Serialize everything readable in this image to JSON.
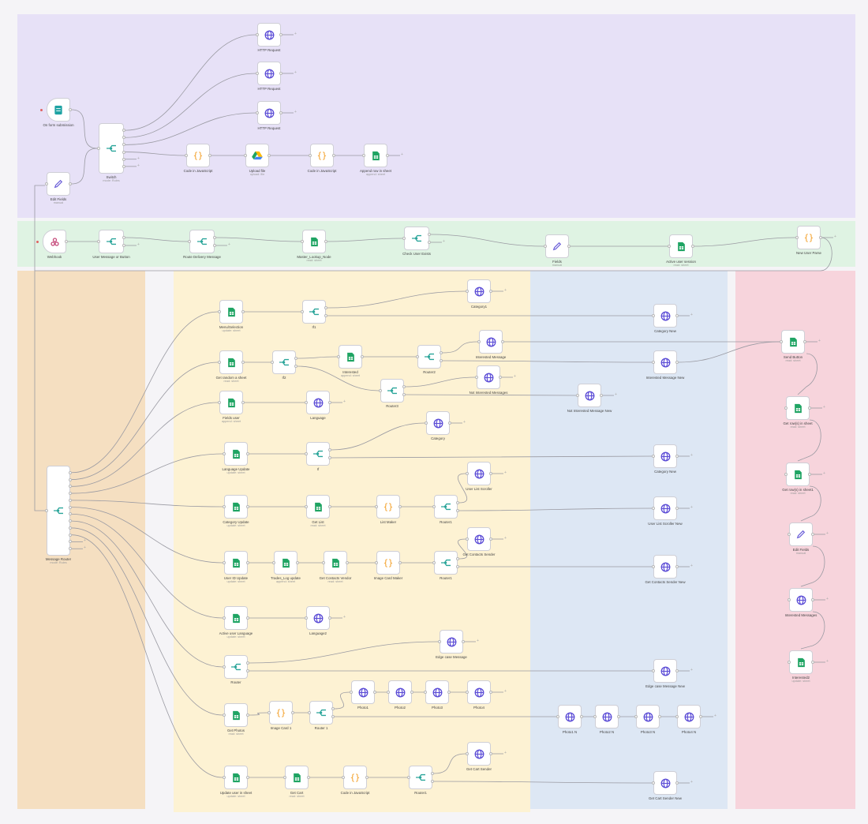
{
  "colors": {
    "zone_purple": "#e7e1f7",
    "zone_green": "#dff3e3",
    "zone_orange": "#f5dfc1",
    "zone_yellow": "#fdf2d3",
    "zone_blue": "#dde7f4",
    "zone_pink": "#f7d4dc",
    "edge": "#9a9aa2",
    "switch_icon": "#2aa59a",
    "http_icon": "#5b4cd6",
    "sheets_icon": "#1fa463",
    "code_icon": "#f39a1b",
    "pen_icon": "#6b5fd8",
    "trigger_icon": "#1ea3a3",
    "webhook_icon": "#c5497a"
  },
  "nodes": [
    {
      "id": "form",
      "label": "On form submission",
      "icon": "form-icon",
      "kind": "trigger"
    },
    {
      "id": "edit1",
      "label": "Edit Fields",
      "sub": "manual",
      "icon": "pen-icon"
    },
    {
      "id": "switch",
      "label": "Switch",
      "sub": "mode: Rules",
      "icon": "switch-icon"
    },
    {
      "id": "http1",
      "label": "HTTP Request",
      "icon": "globe-icon"
    },
    {
      "id": "http2",
      "label": "HTTP Request",
      "icon": "globe-icon"
    },
    {
      "id": "http3",
      "label": "HTTP Request",
      "icon": "globe-icon"
    },
    {
      "id": "code1",
      "label": "Code in JavaScript",
      "icon": "braces-icon"
    },
    {
      "id": "upload",
      "label": "Upload file",
      "sub": "upload: file",
      "icon": "drive-icon"
    },
    {
      "id": "code2",
      "label": "Code in JavaScript",
      "icon": "braces-icon"
    },
    {
      "id": "append",
      "label": "Append row in sheet",
      "sub": "append: sheet",
      "icon": "sheets-icon"
    },
    {
      "id": "webhook",
      "label": "Webhook",
      "icon": "webhook-icon",
      "kind": "trigger"
    },
    {
      "id": "userswitch",
      "label": "User Message or Button",
      "icon": "switch-icon"
    },
    {
      "id": "routeentry",
      "label": "Route Delivery Message",
      "icon": "switch-icon"
    },
    {
      "id": "master",
      "label": "Master_Lookup_Node",
      "sub": "read: sheet",
      "icon": "sheets-icon"
    },
    {
      "id": "usercheck",
      "label": "Check User Exists",
      "icon": "switch-icon"
    },
    {
      "id": "editlang",
      "label": "Fields",
      "sub": "manual",
      "icon": "pen-icon"
    },
    {
      "id": "activeset",
      "label": "Active user session",
      "sub": "read: sheet",
      "icon": "sheets-icon"
    },
    {
      "id": "newuserparse",
      "label": "New User Parse",
      "icon": "braces-icon"
    },
    {
      "id": "router",
      "label": "Message Router",
      "sub": "mode: Rules",
      "icon": "switch-icon"
    },
    {
      "id": "menu",
      "label": "Menu/Selection",
      "sub": "update: sheet",
      "icon": "sheets-icon"
    },
    {
      "id": "if1",
      "label": "If1",
      "icon": "switch-icon"
    },
    {
      "id": "cat1",
      "label": "Category1",
      "icon": "globe-icon"
    },
    {
      "id": "catnew",
      "label": "Category New",
      "icon": "globe-icon"
    },
    {
      "id": "getrandrow",
      "label": "Get random a sheet",
      "sub": "read: sheet",
      "icon": "sheets-icon"
    },
    {
      "id": "if2",
      "label": "If2",
      "icon": "switch-icon"
    },
    {
      "id": "interest",
      "label": "Interested",
      "sub": "append: sheet",
      "icon": "sheets-icon"
    },
    {
      "id": "router2",
      "label": "Router2",
      "icon": "switch-icon"
    },
    {
      "id": "interestedmsg",
      "label": "Interested Message",
      "icon": "globe-icon"
    },
    {
      "id": "router3",
      "label": "Router3",
      "icon": "switch-icon"
    },
    {
      "id": "notinterested",
      "label": "Not Interested Messages",
      "icon": "globe-icon"
    },
    {
      "id": "interestmsgnew",
      "label": "Interested Message New",
      "icon": "globe-icon"
    },
    {
      "id": "notintnew",
      "label": "Not Interested Message New",
      "icon": "globe-icon"
    },
    {
      "id": "firstuser",
      "label": "Fields user",
      "sub": "append: sheet",
      "icon": "sheets-icon"
    },
    {
      "id": "language",
      "label": "Language",
      "icon": "globe-icon"
    },
    {
      "id": "category",
      "label": "Category",
      "icon": "globe-icon"
    },
    {
      "id": "langupdate",
      "label": "Language Update",
      "sub": "update: sheet",
      "icon": "sheets-icon"
    },
    {
      "id": "if3",
      "label": "If",
      "icon": "switch-icon"
    },
    {
      "id": "catnew2",
      "label": "Category New",
      "icon": "globe-icon"
    },
    {
      "id": "catupdate",
      "label": "Category Update",
      "sub": "update: sheet",
      "icon": "sheets-icon"
    },
    {
      "id": "getlist",
      "label": "Get List",
      "sub": "read: sheet",
      "icon": "sheets-icon"
    },
    {
      "id": "listmake",
      "label": "List Maker",
      "icon": "braces-icon"
    },
    {
      "id": "router4",
      "label": "Router1",
      "icon": "switch-icon"
    },
    {
      "id": "userlistscroll",
      "label": "User List Scroller",
      "icon": "globe-icon"
    },
    {
      "id": "userlistnew",
      "label": "User List Scroller New",
      "icon": "globe-icon"
    },
    {
      "id": "updateuser",
      "label": "User ID Update",
      "sub": "update: sheet",
      "icon": "sheets-icon"
    },
    {
      "id": "tradelog",
      "label": "Trades_Log update",
      "sub": "append: sheet",
      "icon": "sheets-icon"
    },
    {
      "id": "getcontacts",
      "label": "Get Contacts Vendor",
      "sub": "read: sheet",
      "icon": "sheets-icon"
    },
    {
      "id": "imagemaker",
      "label": "Image Card Maker",
      "icon": "braces-icon"
    },
    {
      "id": "router5",
      "label": "Router1",
      "icon": "switch-icon"
    },
    {
      "id": "contactsender",
      "label": "Get Contacts Sender",
      "icon": "globe-icon"
    },
    {
      "id": "contactsendernew",
      "label": "Get Contacts Sender New",
      "icon": "globe-icon"
    },
    {
      "id": "activeuserlang",
      "label": "Active user Language",
      "sub": "update: sheet",
      "icon": "sheets-icon"
    },
    {
      "id": "language2",
      "label": "Language2",
      "icon": "globe-icon"
    },
    {
      "id": "router6",
      "label": "Router",
      "icon": "switch-icon"
    },
    {
      "id": "edgecase",
      "label": "Edge case Message",
      "icon": "globe-icon"
    },
    {
      "id": "edgecasenew",
      "label": "Edge case Message New",
      "icon": "globe-icon"
    },
    {
      "id": "getphotos",
      "label": "Get Photos",
      "sub": "read: sheet",
      "icon": "sheets-icon"
    },
    {
      "id": "imagemaker2",
      "label": "Image Card 1",
      "icon": "braces-icon"
    },
    {
      "id": "router7",
      "label": "Router 1",
      "icon": "switch-icon"
    },
    {
      "id": "photo1",
      "label": "Photo1",
      "icon": "globe-icon"
    },
    {
      "id": "photo2",
      "label": "Photo2",
      "icon": "globe-icon"
    },
    {
      "id": "photo3",
      "label": "Photo3",
      "icon": "globe-icon"
    },
    {
      "id": "photo4",
      "label": "Photo4",
      "icon": "globe-icon"
    },
    {
      "id": "photo1n",
      "label": "Photo1 N",
      "icon": "globe-icon"
    },
    {
      "id": "photo2n",
      "label": "Photo2 N",
      "icon": "globe-icon"
    },
    {
      "id": "photo3n",
      "label": "Photo3 N",
      "icon": "globe-icon"
    },
    {
      "id": "photo4n",
      "label": "Photo4 N",
      "icon": "globe-icon"
    },
    {
      "id": "updateusersheet",
      "label": "Update user in sheet",
      "sub": "update: sheet",
      "icon": "sheets-icon"
    },
    {
      "id": "getcart",
      "label": "Get Cart",
      "sub": "read: sheet",
      "icon": "sheets-icon"
    },
    {
      "id": "code3",
      "label": "Code in JavaScript",
      "icon": "braces-icon"
    },
    {
      "id": "router8",
      "label": "Router1",
      "icon": "switch-icon"
    },
    {
      "id": "cartsender",
      "label": "Get Cart Sender",
      "icon": "globe-icon"
    },
    {
      "id": "cartsendernew",
      "label": "Get Cart Sender New",
      "icon": "globe-icon"
    },
    {
      "id": "sendmsg",
      "label": "Send Button",
      "sub": "read: sheet",
      "icon": "sheets-icon"
    },
    {
      "id": "getrowsheet",
      "label": "Get row(s) in sheet",
      "sub": "read: sheet",
      "icon": "sheets-icon"
    },
    {
      "id": "getrowsheet2",
      "label": "Get row(s) in sheet1",
      "sub": "read: sheet",
      "icon": "sheets-icon"
    },
    {
      "id": "editfields2",
      "label": "Edit Fields",
      "sub": "manual",
      "icon": "pen-icon"
    },
    {
      "id": "interestedmsg2",
      "label": "Interested Messages",
      "icon": "globe-icon"
    },
    {
      "id": "interested2",
      "label": "Interested2",
      "sub": "update: sheet",
      "icon": "sheets-icon"
    }
  ]
}
